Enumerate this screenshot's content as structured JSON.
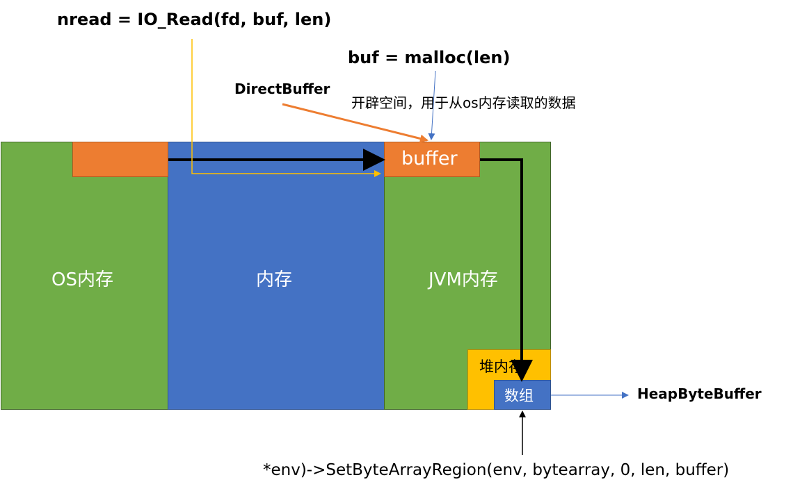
{
  "diagram": {
    "code_io_read": "nread = IO_Read(fd, buf, len)",
    "code_malloc": "buf = malloc(len)",
    "label_direct_buffer": "DirectBuffer",
    "note_alloc": "开辟空间，用于从os内存读取的数据",
    "region_os": "OS内存",
    "region_memory": "内存",
    "region_jvm": "JVM内存",
    "buffer_label": "buffer",
    "heap_label": "堆内存",
    "array_label": "数组",
    "label_heap_byte_buffer": "HeapByteBuffer",
    "code_set_byte_array": "*env)->SetByteArrayRegion(env, bytearray, 0, len, buffer)"
  },
  "colors": {
    "os_memory": "#70ad47",
    "memory": "#4472c4",
    "jvm_memory": "#70ad47",
    "buffer": "#ed7d31",
    "heap": "#ffc000",
    "array": "#4472c4",
    "arrow_main": "#000000",
    "arrow_io_read": "#ffc000",
    "arrow_direct_buffer": "#ed7d31",
    "arrow_malloc": "#4472c4"
  }
}
